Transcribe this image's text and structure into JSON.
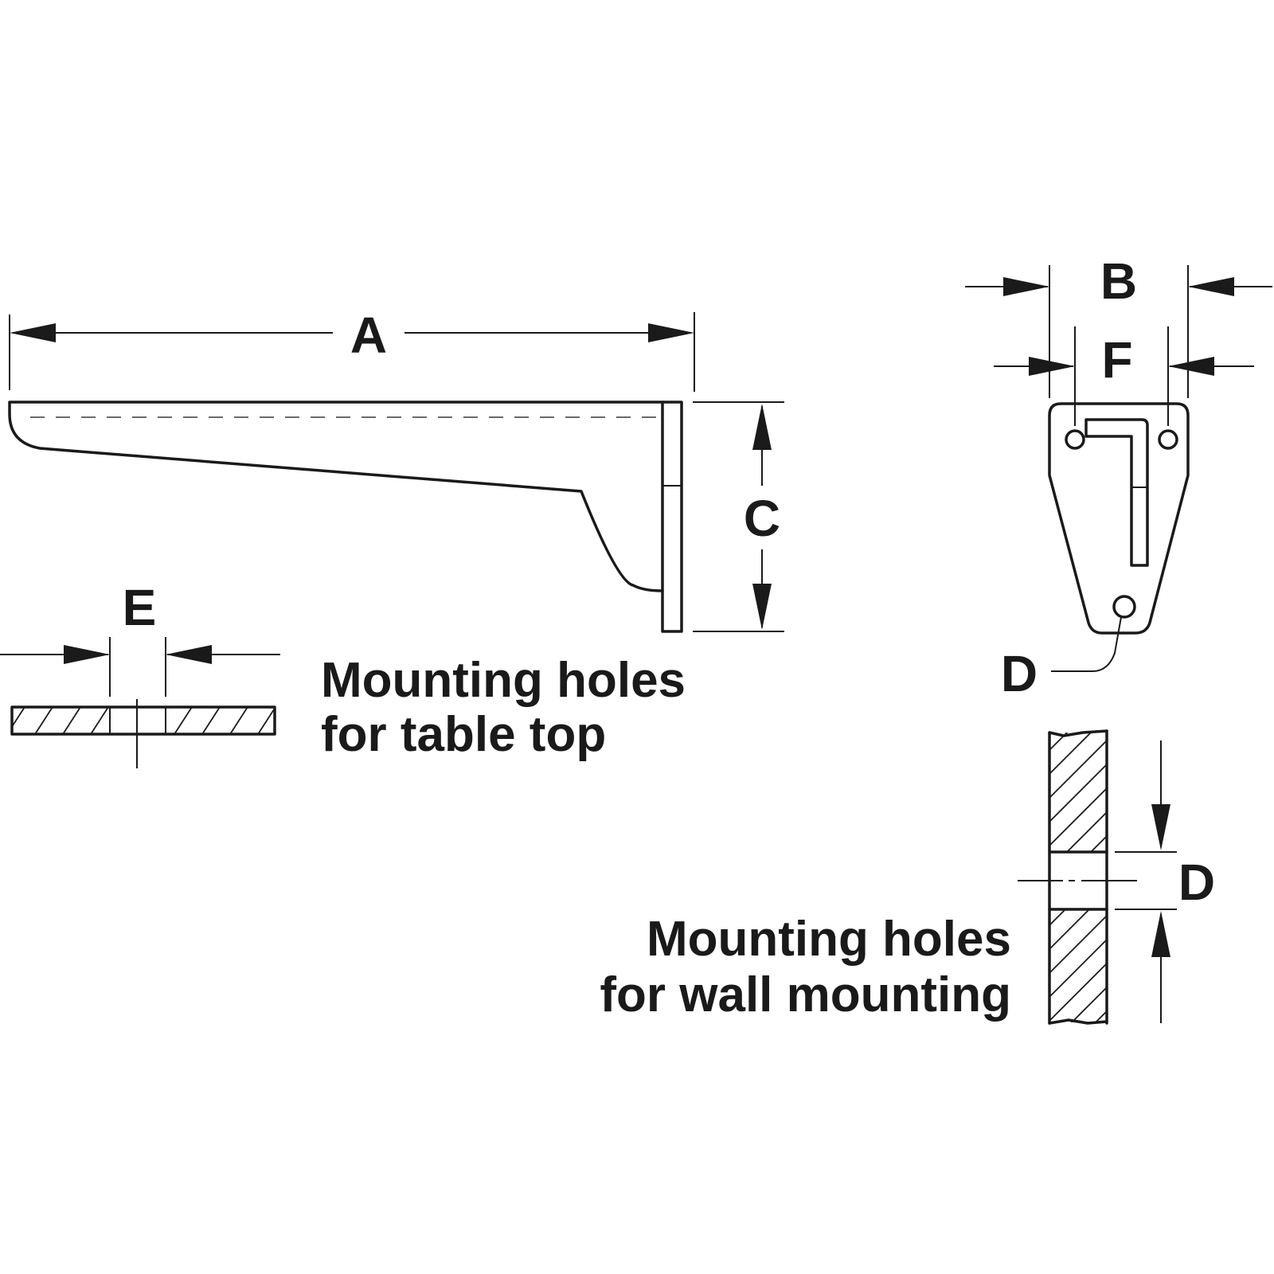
{
  "dimensions": {
    "a": "A",
    "b": "B",
    "c": "C",
    "d_face": "D",
    "d_section": "D",
    "e": "E",
    "f": "F"
  },
  "captions": {
    "table_top_line1": "Mounting holes",
    "table_top_line2": "for table top",
    "wall_line1": "Mounting holes",
    "wall_line2": "for wall mounting"
  },
  "colors": {
    "ink": "#1a1a1a",
    "background": "#ffffff"
  }
}
